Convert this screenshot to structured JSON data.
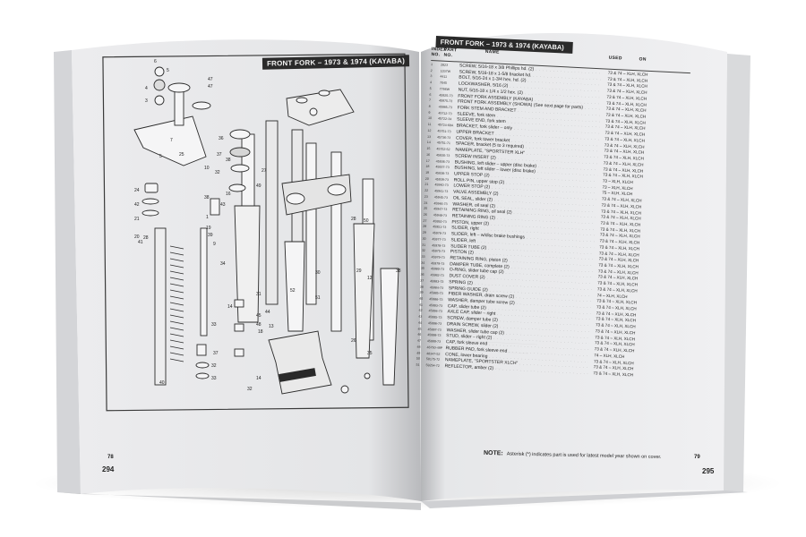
{
  "left_page": {
    "title": "FRONT FORK – 1973 & 1974 (KAYABA)",
    "page_number_top": "78",
    "page_number_bottom": "294",
    "callouts": [
      "6",
      "5",
      "47",
      "47",
      "4",
      "3",
      "7",
      "10",
      "5",
      "25",
      "38",
      "36",
      "37",
      "39",
      "38",
      "28",
      "27",
      "32",
      "34",
      "14",
      "16",
      "43",
      "42",
      "9",
      "24",
      "21",
      "20",
      "1",
      "19",
      "41",
      "49",
      "50",
      "28",
      "31",
      "45",
      "48",
      "33",
      "18",
      "29",
      "30",
      "51",
      "12",
      "52",
      "44",
      "13",
      "26",
      "35",
      "32",
      "33",
      "14",
      "38",
      "40",
      "37",
      "32"
    ]
  },
  "right_page": {
    "title": "FRONT FORK – 1973 & 1974 (KAYABA)",
    "page_number_top": "79",
    "page_number_bottom": "295",
    "headers": {
      "index": "INDEX",
      "no": "NO.",
      "part": "PART",
      "part_no": "NO.",
      "name": "NAME",
      "used": "USED",
      "on": "ON"
    },
    "rows": [
      {
        "idx": "1",
        "part": "2823",
        "name": "SCREW, 5/16-18 x 3/8 Phillips hd. (2)",
        "used": "73 & 74 – XLH, XLCH"
      },
      {
        "idx": "2",
        "part": "1037W",
        "name": "SCREW, 5/16-18 x 1-5/8 bracket hd.",
        "used": "73 & 74 – XLH, XLCH"
      },
      {
        "idx": "3",
        "part": "4411",
        "name": "BOLT, 5/16-24 x 1-3/4 hex. hd. (2)",
        "used": "73 & 74 – XLH, XLCH"
      },
      {
        "idx": "4",
        "part": "7045",
        "name": "LOCKWASHER, 5/16 (2)",
        "used": "73 & 74 – XLH, XLCH"
      },
      {
        "idx": "5",
        "part": "7766W",
        "name": "NUT, 5/16-18 x 1/4 x 1/2 hex. (2)",
        "used": "73 & 74 – XLH, XLCH"
      },
      {
        "idx": "6",
        "part": "45925-73",
        "name": "FRONT FORK ASSEMBLY (KAYABA)",
        "used": "73 & 74 – XLH, XLCH"
      },
      {
        "idx": "7",
        "part": "45975-73",
        "name": "FRONT FORK ASSEMBLY (SHOWA) (See next page for parts)",
        "used": "73 & 74 – XLH, XLCH"
      },
      {
        "idx": "8",
        "part": "45985-73",
        "name": "FORK STEM AND BRACKET",
        "used": "73 & 74 – XLH, XLCH"
      },
      {
        "idx": "9",
        "part": "45712-73",
        "name": "SLEEVE, fork stem",
        "used": "73 & 74 – XLH, XLCH"
      },
      {
        "idx": "10",
        "part": "45722-34",
        "name": "SLEEVE END, fork stem",
        "used": "73 & 74 – XLH, XLCH"
      },
      {
        "idx": "11",
        "part": "45724-68A",
        "name": "BRACKET, fork slider – only",
        "used": "73 & 74 – XLH, XLCH"
      },
      {
        "idx": "12",
        "part": "45751-73",
        "name": "UPPER BRACKET",
        "used": "73 & 74 – XLH, XLCH"
      },
      {
        "idx": "13",
        "part": "45736-73",
        "name": "COVER, fork tower bracket",
        "used": "73 & 74 – XLH, XLCH"
      },
      {
        "idx": "14",
        "part": "45751-71",
        "name": "SPACER, bracket (5 to 3 required)",
        "used": "73 & 74 – XLH, XLCH"
      },
      {
        "idx": "15",
        "part": "45752-52",
        "name": "NAMEPLATE, \"SPORTSTER XLH\"",
        "used": "73 & 74 – XLH, XLCH"
      },
      {
        "idx": "16",
        "part": "45930-73",
        "name": "SCREW INSERT (2)",
        "used": "73 & 74 – XLH, XLCH"
      },
      {
        "idx": "17",
        "part": "45936-73",
        "name": "BUSHING, left slider – upper (disc brake)",
        "used": "73 & 74 – XLH, XLCH"
      },
      {
        "idx": "18",
        "part": "45937-73",
        "name": "BUSHING, left slider – lower (disc brake)",
        "used": "73 & 74 – XLH, XLCH"
      },
      {
        "idx": "19",
        "part": "45938-73",
        "name": "UPPER STOP (2)",
        "used": "73 – XLH, XLCH"
      },
      {
        "idx": "20",
        "part": "45939-73",
        "name": "ROLL PIN, upper stop (2)",
        "used": "73 – XLH, XLCH"
      },
      {
        "idx": "21",
        "part": "45940-73",
        "name": "LOWER STOP (2)",
        "used": "75 – XLH, XLCH"
      },
      {
        "idx": "22",
        "part": "45941-73",
        "name": "VALVE ASSEMBLY (2)",
        "used": "73 & 74 – XLH, XLCH"
      },
      {
        "idx": "23",
        "part": "45945-73",
        "name": "OIL SEAL, slider (2)",
        "used": "73 & 74 – XLH, XLCH"
      },
      {
        "idx": "24",
        "part": "45946-73",
        "name": "WASHER, oil seal (2)",
        "used": "73 & 74 – XLH, XLCH"
      },
      {
        "idx": "25",
        "part": "45947-73",
        "name": "RETAINING RING, oil seal (2)",
        "used": "73 & 74 – XLH, XLCH"
      },
      {
        "idx": "26",
        "part": "45948-73",
        "name": "RETAINING RING (2)",
        "used": "73 & 74 – XLH, XLCH"
      },
      {
        "idx": "27",
        "part": "45950-73",
        "name": "PISTON, upper (2)",
        "used": "73 & 74 – XLH, XLCH"
      },
      {
        "idx": "28",
        "part": "45951-73",
        "name": "SLIDER, right",
        "used": "73 & 74 – XLH, XLCH"
      },
      {
        "idx": "29",
        "part": "45976-73",
        "name": "SLIDER, left – w/disc brake bushings",
        "used": "73 & 74 – XLH, XLCH"
      },
      {
        "idx": "30",
        "part": "45977-73",
        "name": "SLIDER, left",
        "used": "73 & 74 – XLH, XLCH"
      },
      {
        "idx": "31",
        "part": "45978-73",
        "name": "SLIDER TUBE (2)",
        "used": "73 & 74 – XLH, XLCH"
      },
      {
        "idx": "32",
        "part": "45975-73",
        "name": "PISTON (2)",
        "used": "73 & 74 – XLH, XLCH"
      },
      {
        "idx": "33",
        "part": "45979-73",
        "name": "RETAINING RING, piston (2)",
        "used": "73 & 74 – XLH, XLCH"
      },
      {
        "idx": "34",
        "part": "45979-73",
        "name": "DAMPER TUBE, complete (2)",
        "used": "73 & 74 – XLH, XLCH"
      },
      {
        "idx": "35",
        "part": "45980-73",
        "name": "O-RING, slider tube cap (2)",
        "used": "73 & 74 – XLH, XLCH"
      },
      {
        "idx": "36",
        "part": "45982-73",
        "name": "DUST COVER (2)",
        "used": "73 & 74 – XLH, XLCH"
      },
      {
        "idx": "37",
        "part": "45983-73",
        "name": "SPRING (2)",
        "used": "73 & 74 – XLH, XLCH"
      },
      {
        "idx": "38",
        "part": "45984-73",
        "name": "SPRING GUIDE (2)",
        "used": "74 – XLH, XLCH"
      },
      {
        "idx": "39",
        "part": "45985-73",
        "name": "FIBER WASHER, drain screw (2)",
        "used": "73 & 74 – XLH, XLCH"
      },
      {
        "idx": "40",
        "part": "45986-73",
        "name": "WASHER, damper tube screw (2)",
        "used": "73 & 74 – XLH, XLCH"
      },
      {
        "idx": "41",
        "part": "45993-73",
        "name": "CAP, slider tube (2)",
        "used": "73 & 74 – XLH, XLCH"
      },
      {
        "idx": "42",
        "part": "45994-73",
        "name": "AXLE CAP, slider – right",
        "used": "73 & 74 – XLH, XLCH"
      },
      {
        "idx": "43",
        "part": "45995-73",
        "name": "SCREW, damper tube (2)",
        "used": "73 & 74 – XLH, XLCH"
      },
      {
        "idx": "44",
        "part": "45996-73",
        "name": "DRAIN SCREW, slider (2)",
        "used": "73 & 74 – XLH, XLCH"
      },
      {
        "idx": "45",
        "part": "45997-73",
        "name": "WASHER, slider tube cap (2)",
        "used": "73 & 74 – XLH, XLCH"
      },
      {
        "idx": "46",
        "part": "45998-73",
        "name": "STUD, slider – right (2)",
        "used": "73 & 74 – XLH, XLCH"
      },
      {
        "idx": "47",
        "part": "45999-73",
        "name": "CAP, fork sleeve end",
        "used": "73 & 74 – XLH, XLCH"
      },
      {
        "idx": "48",
        "part": "46750-49P",
        "name": "RUBBER PAD, fork sleeve end",
        "used": "74 – XLH, XLCH"
      },
      {
        "idx": "49",
        "part": "48347-52",
        "name": "CONE, lower bearing",
        "used": "73 & 74 – XLH, XLCH"
      },
      {
        "idx": "50",
        "part": "58175-72",
        "name": "NAMEPLATE, \"SPORTSTER XLCH\"",
        "used": "73 & 74 – XLH, XLCH"
      },
      {
        "idx": "51",
        "part": "59254-72",
        "name": "REFLECTOR, amber (2)",
        "used": "73 & 74 – XLH, XLCH"
      }
    ],
    "note_label": "NOTE:",
    "note_text": "Asterisk (*) indicates part is used for latest model year shown on cover."
  },
  "colors": {
    "page": "#ededef",
    "page_shade": "#c8c9cc",
    "ink": "#1c1c1c",
    "badge": "#2a2a2a",
    "background": "#ffffff"
  }
}
